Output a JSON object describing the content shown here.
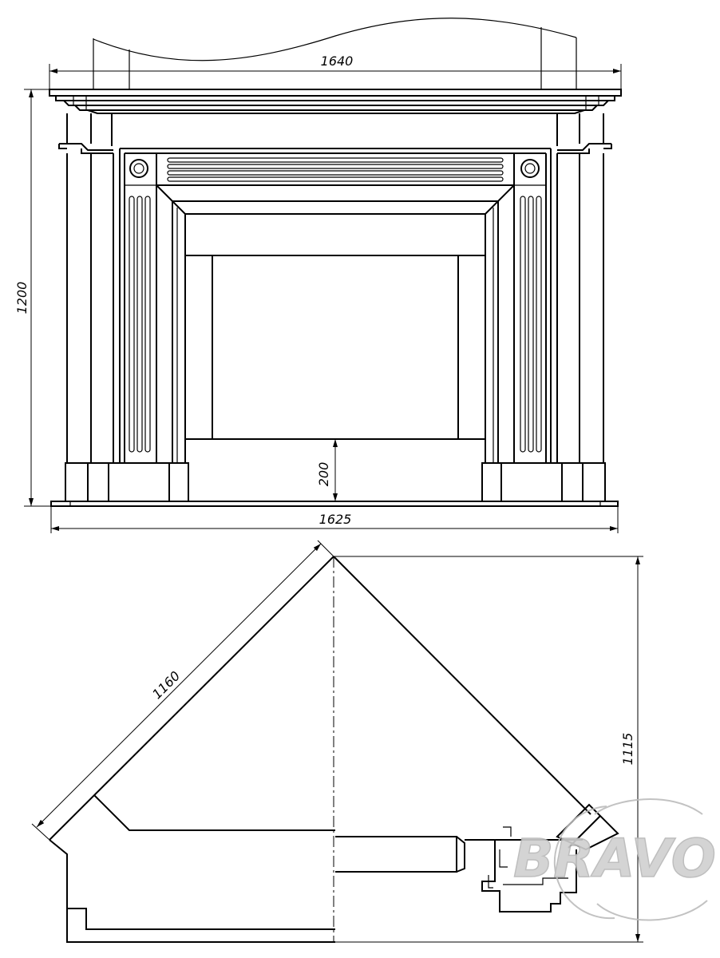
{
  "front_view": {
    "width_top": "1640",
    "height": "1200",
    "firebox_height": "200",
    "width_bottom": "1625"
  },
  "corner_view": {
    "side_length": "1160",
    "depth": "1115"
  },
  "watermark": {
    "logo_text": "BRAVO"
  },
  "colors": {
    "line": "#000000",
    "watermark": "#bcbcbc"
  }
}
